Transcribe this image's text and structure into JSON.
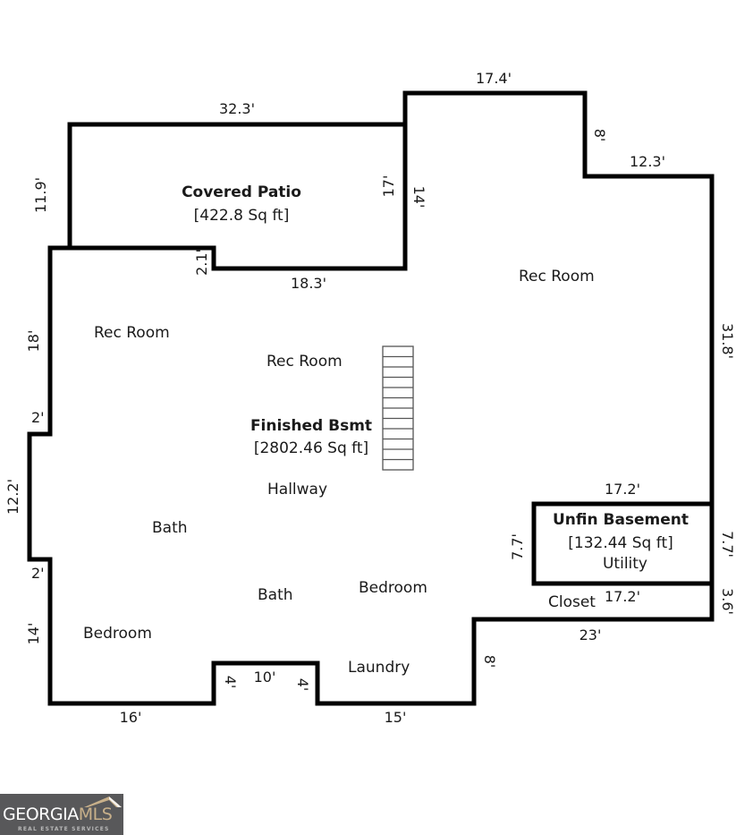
{
  "floorplan": {
    "areas": [
      {
        "name": "Covered Patio",
        "sqft": "[422.8 Sq ft]"
      },
      {
        "name": "Finished Bsmt",
        "sqft": "[2802.46 Sq ft]"
      },
      {
        "name": "Unfin Basement",
        "sqft": "[132.44 Sq ft]",
        "sub": "Utility"
      }
    ],
    "rooms": {
      "rec_room_left": "Rec Room",
      "rec_room_center": "Rec Room",
      "rec_room_right": "Rec Room",
      "hallway": "Hallway",
      "bath_1": "Bath",
      "bath_2": "Bath",
      "bedroom_left": "Bedroom",
      "bedroom_center": "Bedroom",
      "laundry": "Laundry",
      "closet": "Closet"
    },
    "dimensions": {
      "patio_top": "32.3'",
      "patio_left": "11.9'",
      "patio_right": "17'",
      "patio_notch": "2.1'",
      "patio_bottom": "18.3'",
      "rec_inner_left": "14'",
      "top_right": "17.4'",
      "step_down": "8'",
      "step_right": "12.3'",
      "right_wall": "31.8'",
      "unfin_top": "17.2'",
      "unfin_left": "7.7'",
      "unfin_right": "7.7'",
      "unfin_bottom": "17.2'",
      "closet_right": "3.6'",
      "bottom_right_top": "23'",
      "bottom_right_side": "8'",
      "bottom_15": "15'",
      "notch_left": "4'",
      "notch_top": "10'",
      "notch_right": "4'",
      "bottom_16": "16'",
      "left_14": "14'",
      "left_2_lower": "2'",
      "left_12_2": "12.2'",
      "left_2_upper": "2'",
      "left_18": "18'"
    }
  },
  "logo": {
    "brand_main": "GEORGIA",
    "brand_accent": "MLS",
    "tagline": "REAL ESTATE SERVICES"
  },
  "colors": {
    "wall": "#000000",
    "stairs": "#555555",
    "logo_bg": "#58585a",
    "logo_accent": "#c8b08a"
  }
}
